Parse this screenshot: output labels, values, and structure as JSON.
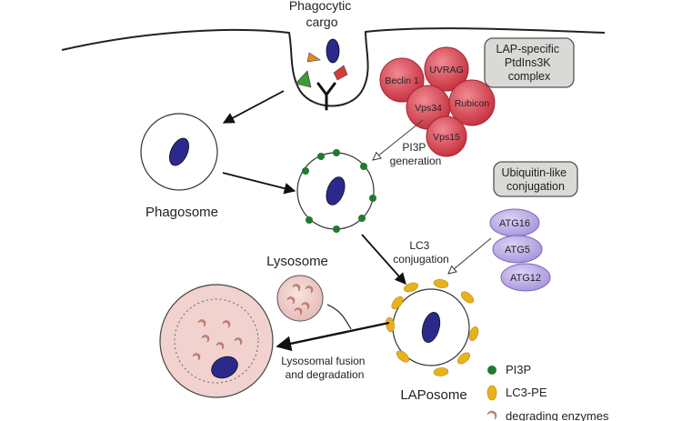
{
  "labels": {
    "cargo_line1": "Phagocytic",
    "cargo_line2": "cargo",
    "phagosome": "Phagosome",
    "lysosome": "Lysosome",
    "laposome": "LAPosome",
    "pi3p_gen_line1": "PI3P",
    "pi3p_gen_line2": "generation",
    "lc3_conj_line1": "LC3",
    "lc3_conj_line2": "conjugation",
    "fusion_line1": "Lysosomal fusion",
    "fusion_line2": "and degradation"
  },
  "boxes": {
    "lap_complex": [
      "LAP-specific",
      "PtdIns3K",
      "complex"
    ],
    "ubiquitin": [
      "Ubiquitin-like",
      "conjugation"
    ]
  },
  "complex_proteins": [
    "Beclin 1",
    "UVRAG",
    "Vps34",
    "Rubicon",
    "Vps15"
  ],
  "conjugation_proteins": [
    "ATG16",
    "ATG5",
    "ATG12"
  ],
  "legend": [
    {
      "label": "PI3P",
      "color": "#1f7a2e"
    },
    {
      "label": "LC3-PE",
      "color": "#e8b21c"
    },
    {
      "label": "degrading enzymes",
      "color": "#c98a7a"
    }
  ],
  "colors": {
    "nucleus": "#2b2a8c",
    "protein_red": "#d8485a",
    "protein_purple": "#b8a8e2",
    "lysosome_fill": "#f1d2cf",
    "box_fill": "#d9d9d6"
  }
}
